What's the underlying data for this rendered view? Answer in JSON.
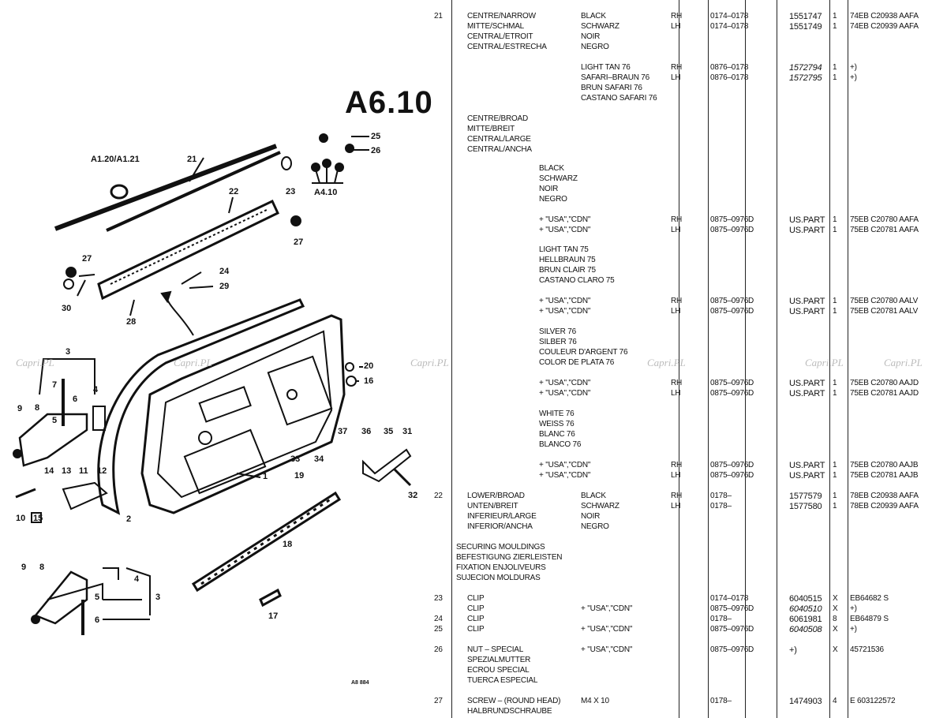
{
  "diagram": {
    "title": "A6.10",
    "ref_a1": "A1.20/A1.21",
    "ref_a4": "A4.10",
    "callouts": [
      "1",
      "2",
      "3",
      "4",
      "5",
      "6",
      "7",
      "8",
      "9",
      "10",
      "11",
      "12",
      "13",
      "14",
      "15",
      "16",
      "17",
      "18",
      "19",
      "20",
      "21",
      "22",
      "23",
      "24",
      "25",
      "26",
      "27",
      "28",
      "29",
      "30",
      "31",
      "32",
      "33",
      "34",
      "35",
      "36",
      "37",
      "3",
      "4",
      "5",
      "6",
      "8",
      "9",
      "27"
    ],
    "code": "A8 884",
    "watermarks": [
      "Capri.PL",
      "Capri.PL",
      "Capri.PL",
      "Capri.PL",
      "Capri.PL",
      "Capri.PL"
    ]
  },
  "rows": [
    {
      "no": "21",
      "desc": "CENTRE/NARROW",
      "spec": "BLACK",
      "side": "RH",
      "date": "0174–0178",
      "code": "",
      "part": "1551747",
      "qty": "1",
      "ford": "74EB C20938 AAFA"
    },
    {
      "desc": "MITTE/SCHMAL",
      "spec": "SCHWARZ",
      "side": "LH",
      "date": "0174–0178",
      "part": "1551749",
      "qty": "1",
      "ford": "74EB C20939 AAFA"
    },
    {
      "desc": "CENTRAL/ETROIT",
      "spec": "NOIR"
    },
    {
      "desc": "CENTRAL/ESTRECHA",
      "spec": "NEGRO"
    },
    {
      "spec": "LIGHT TAN 76",
      "side": "RH",
      "date": "0876–0178",
      "part": "1572794",
      "qty": "1",
      "ford": "+)",
      "italic": true
    },
    {
      "spec": "SAFARI–BRAUN 76",
      "side": "LH",
      "date": "0876–0178",
      "part": "1572795",
      "qty": "1",
      "ford": "+)",
      "italic": true
    },
    {
      "spec": "BRUN SAFARI 76"
    },
    {
      "spec": "CASTANO SAFARI 76"
    },
    {
      "desc": "CENTRE/BROAD"
    },
    {
      "desc": "MITTE/BREIT"
    },
    {
      "desc": "CENTRAL/LARGE"
    },
    {
      "desc": "CENTRAL/ANCHA"
    },
    {
      "col": "BLACK"
    },
    {
      "col": "SCHWARZ"
    },
    {
      "col": "NOIR"
    },
    {
      "col": "NEGRO"
    },
    {
      "col": "+ \"USA\",\"CDN\"",
      "side": "RH",
      "date": "0875–0976",
      "code": "D",
      "part": "US.PART",
      "qty": "1",
      "ford": "75EB C20780 AAFA"
    },
    {
      "col": "+ \"USA\",\"CDN\"",
      "side": "LH",
      "date": "0875–0976",
      "code": "D",
      "part": "US.PART",
      "qty": "1",
      "ford": "75EB C20781 AAFA"
    },
    {
      "col": "LIGHT TAN 75"
    },
    {
      "col": "HELLBRAUN 75"
    },
    {
      "col": "BRUN CLAIR 75"
    },
    {
      "col": "CASTANO CLARO 75"
    },
    {
      "col": "+ \"USA\",\"CDN\"",
      "side": "RH",
      "date": "0875–0976",
      "code": "D",
      "part": "US.PART",
      "qty": "1",
      "ford": "75EB C20780 AALV"
    },
    {
      "col": "+ \"USA\",\"CDN\"",
      "side": "LH",
      "date": "0875–0976",
      "code": "D",
      "part": "US.PART",
      "qty": "1",
      "ford": "75EB C20781 AALV"
    },
    {
      "col": "SILVER 76"
    },
    {
      "col": "SILBER 76"
    },
    {
      "col": "COULEUR D'ARGENT 76"
    },
    {
      "col": "COLOR DE PLATA 76"
    },
    {
      "col": "+ \"USA\",\"CDN\"",
      "side": "RH",
      "date": "0875–0976",
      "code": "D",
      "part": "US.PART",
      "qty": "1",
      "ford": "75EB C20780 AAJD"
    },
    {
      "col": "+ \"USA\",\"CDN\"",
      "side": "LH",
      "date": "0875–0976",
      "code": "D",
      "part": "US.PART",
      "qty": "1",
      "ford": "75EB C20781 AAJD"
    },
    {
      "col": "WHITE 76"
    },
    {
      "col": "WEISS 76"
    },
    {
      "col": "BLANC 76"
    },
    {
      "col": "BLANCO 76"
    },
    {
      "col": "+ \"USA\",\"CDN\"",
      "side": "RH",
      "date": "0875–0976",
      "code": "D",
      "part": "US.PART",
      "qty": "1",
      "ford": "75EB C20780 AAJB"
    },
    {
      "col": "+ \"USA\",\"CDN\"",
      "side": "LH",
      "date": "0875–0976",
      "code": "D",
      "part": "US.PART",
      "qty": "1",
      "ford": "75EB C20781 AAJB"
    },
    {
      "no": "22",
      "desc": "LOWER/BROAD",
      "spec": "BLACK",
      "side": "RH",
      "date": "0178–",
      "part": "1577579",
      "qty": "1",
      "ford": "78EB C20938 AAFA"
    },
    {
      "desc": "UNTEN/BREIT",
      "spec": "SCHWARZ",
      "side": "LH",
      "date": "0178–",
      "part": "1577580",
      "qty": "1",
      "ford": "78EB C20939 AAFA"
    },
    {
      "desc": "INFERIEUR/LARGE",
      "spec": "NOIR"
    },
    {
      "desc": "INFERIOR/ANCHA",
      "spec": "NEGRO"
    },
    {
      "head": "SECURING MOULDINGS"
    },
    {
      "head": "BEFESTIGUNG ZIERLEISTEN"
    },
    {
      "head": "FIXATION ENJOLIVEURS"
    },
    {
      "head": "SUJECION MOLDURAS"
    },
    {
      "no": "23",
      "desc": "CLIP",
      "date": "0174–0178",
      "part": "6040515",
      "qty": "X",
      "ford": "EB64682 S"
    },
    {
      "desc": "CLIP",
      "spec": "+ \"USA\",\"CDN\"",
      "date": "0875–0976",
      "code": "D",
      "part": "6040510",
      "qty": "X",
      "ford": "+)",
      "italic": true
    },
    {
      "no": "24",
      "desc": "CLIP",
      "date": "0178–",
      "part": "6061981",
      "qty": "8",
      "ford": "EB64879 S"
    },
    {
      "no": "25",
      "desc": "CLIP",
      "spec": "+ \"USA\",\"CDN\"",
      "date": "0875–0976",
      "code": "D",
      "part": "6040508",
      "qty": "X",
      "ford": "+)",
      "italic": true
    },
    {
      "no": "26",
      "desc": "NUT – SPECIAL",
      "spec": "+ \"USA\",\"CDN\"",
      "date": "0875–0976",
      "code": "D",
      "part": "+)",
      "qty": "X",
      "ford": "45721536"
    },
    {
      "desc": "SPEZIALMUTTER"
    },
    {
      "desc": "ECROU SPECIAL"
    },
    {
      "desc": "TUERCA ESPECIAL"
    },
    {
      "no": "27",
      "desc": "SCREW – (ROUND HEAD)",
      "spec": "M4 X 10",
      "date": "0178–",
      "part": "1474903",
      "qty": "4",
      "ford": "E 603122572"
    },
    {
      "desc": "HALBRUNDSCHRAUBE"
    }
  ]
}
